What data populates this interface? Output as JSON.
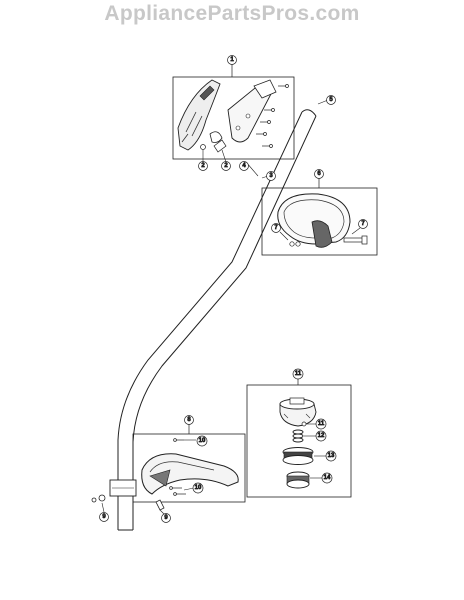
{
  "watermark": "AppliancePartsPros.com",
  "callouts": {
    "c1": "1",
    "c2a": "2",
    "c2b": "2",
    "c3": "3",
    "c4": "4",
    "c5": "5",
    "c6": "6",
    "c7a": "7",
    "c7b": "7",
    "c8": "8",
    "c9a": "9",
    "c9b": "9",
    "c10a": "10",
    "c10b": "10",
    "c11": "11",
    "c11b": "11",
    "c12": "12",
    "c13": "13",
    "c14": "14"
  },
  "colors": {
    "line": "#222222",
    "watermark": "#c8c8c8",
    "fill_dark": "#555555"
  }
}
